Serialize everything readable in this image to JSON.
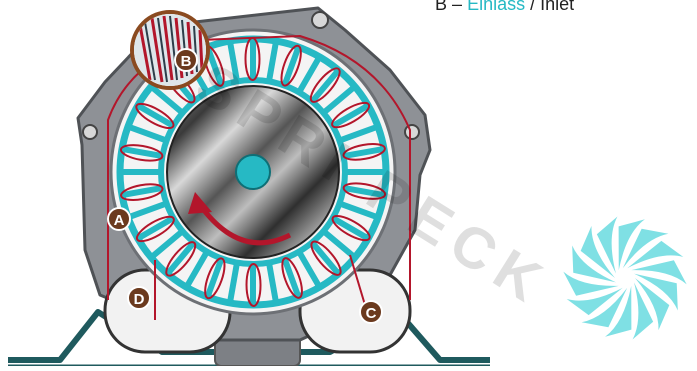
{
  "legend": {
    "letter": "B",
    "dash": "–",
    "term_de": "Einlass",
    "separator": "/",
    "term_en": "Inlet"
  },
  "markers": {
    "a": "A",
    "b": "B",
    "c": "C",
    "d": "D"
  },
  "watermark": "SPRI PECK",
  "colors": {
    "accent": "#26b9c4",
    "flow": "#b3162b",
    "housing": "#8e9196",
    "marker": "#6b3a1e",
    "base": "#1f5a5e"
  }
}
